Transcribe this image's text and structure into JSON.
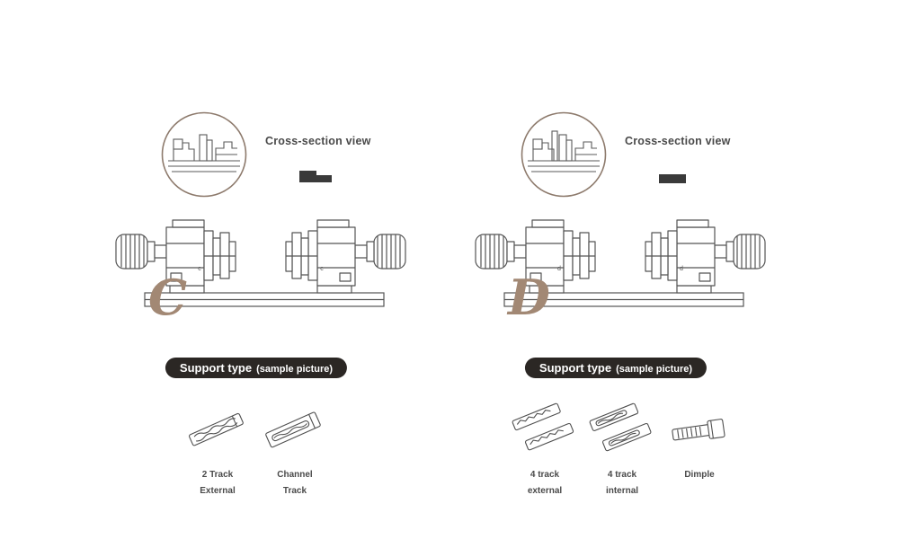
{
  "page": {
    "background": "#ffffff"
  },
  "colors": {
    "line": "#555555",
    "circle_ring": "#8d7a6c",
    "accent_letter": "#a28874",
    "badge_bg": "#2b2724",
    "badge_text": "#ffffff",
    "label_text": "#4a4a4a",
    "profile_icon": "#3a3a3a"
  },
  "sections": [
    {
      "id": "clamp-c",
      "letter": "C",
      "clamp_marking": "c",
      "cross_section_label": "Cross-section view",
      "support_badge": {
        "title": "Support type",
        "note": "(sample picture)"
      },
      "samples": [
        {
          "icon": "two-track-external-key",
          "label_line1": "2 Track",
          "label_line2": "External"
        },
        {
          "icon": "channel-track-key",
          "label_line1": "Channel",
          "label_line2": "Track"
        }
      ]
    },
    {
      "id": "clamp-d",
      "letter": "D",
      "clamp_marking": "d",
      "cross_section_label": "Cross-section view",
      "support_badge": {
        "title": "Support type",
        "note": "(sample picture)"
      },
      "samples": [
        {
          "icon": "four-track-external-key",
          "label_line1": "4 track",
          "label_line2": "external"
        },
        {
          "icon": "four-track-internal-key",
          "label_line1": "4 track",
          "label_line2": "internal"
        },
        {
          "icon": "dimple-key",
          "label_line1": "Dimple",
          "label_line2": ""
        }
      ]
    }
  ]
}
